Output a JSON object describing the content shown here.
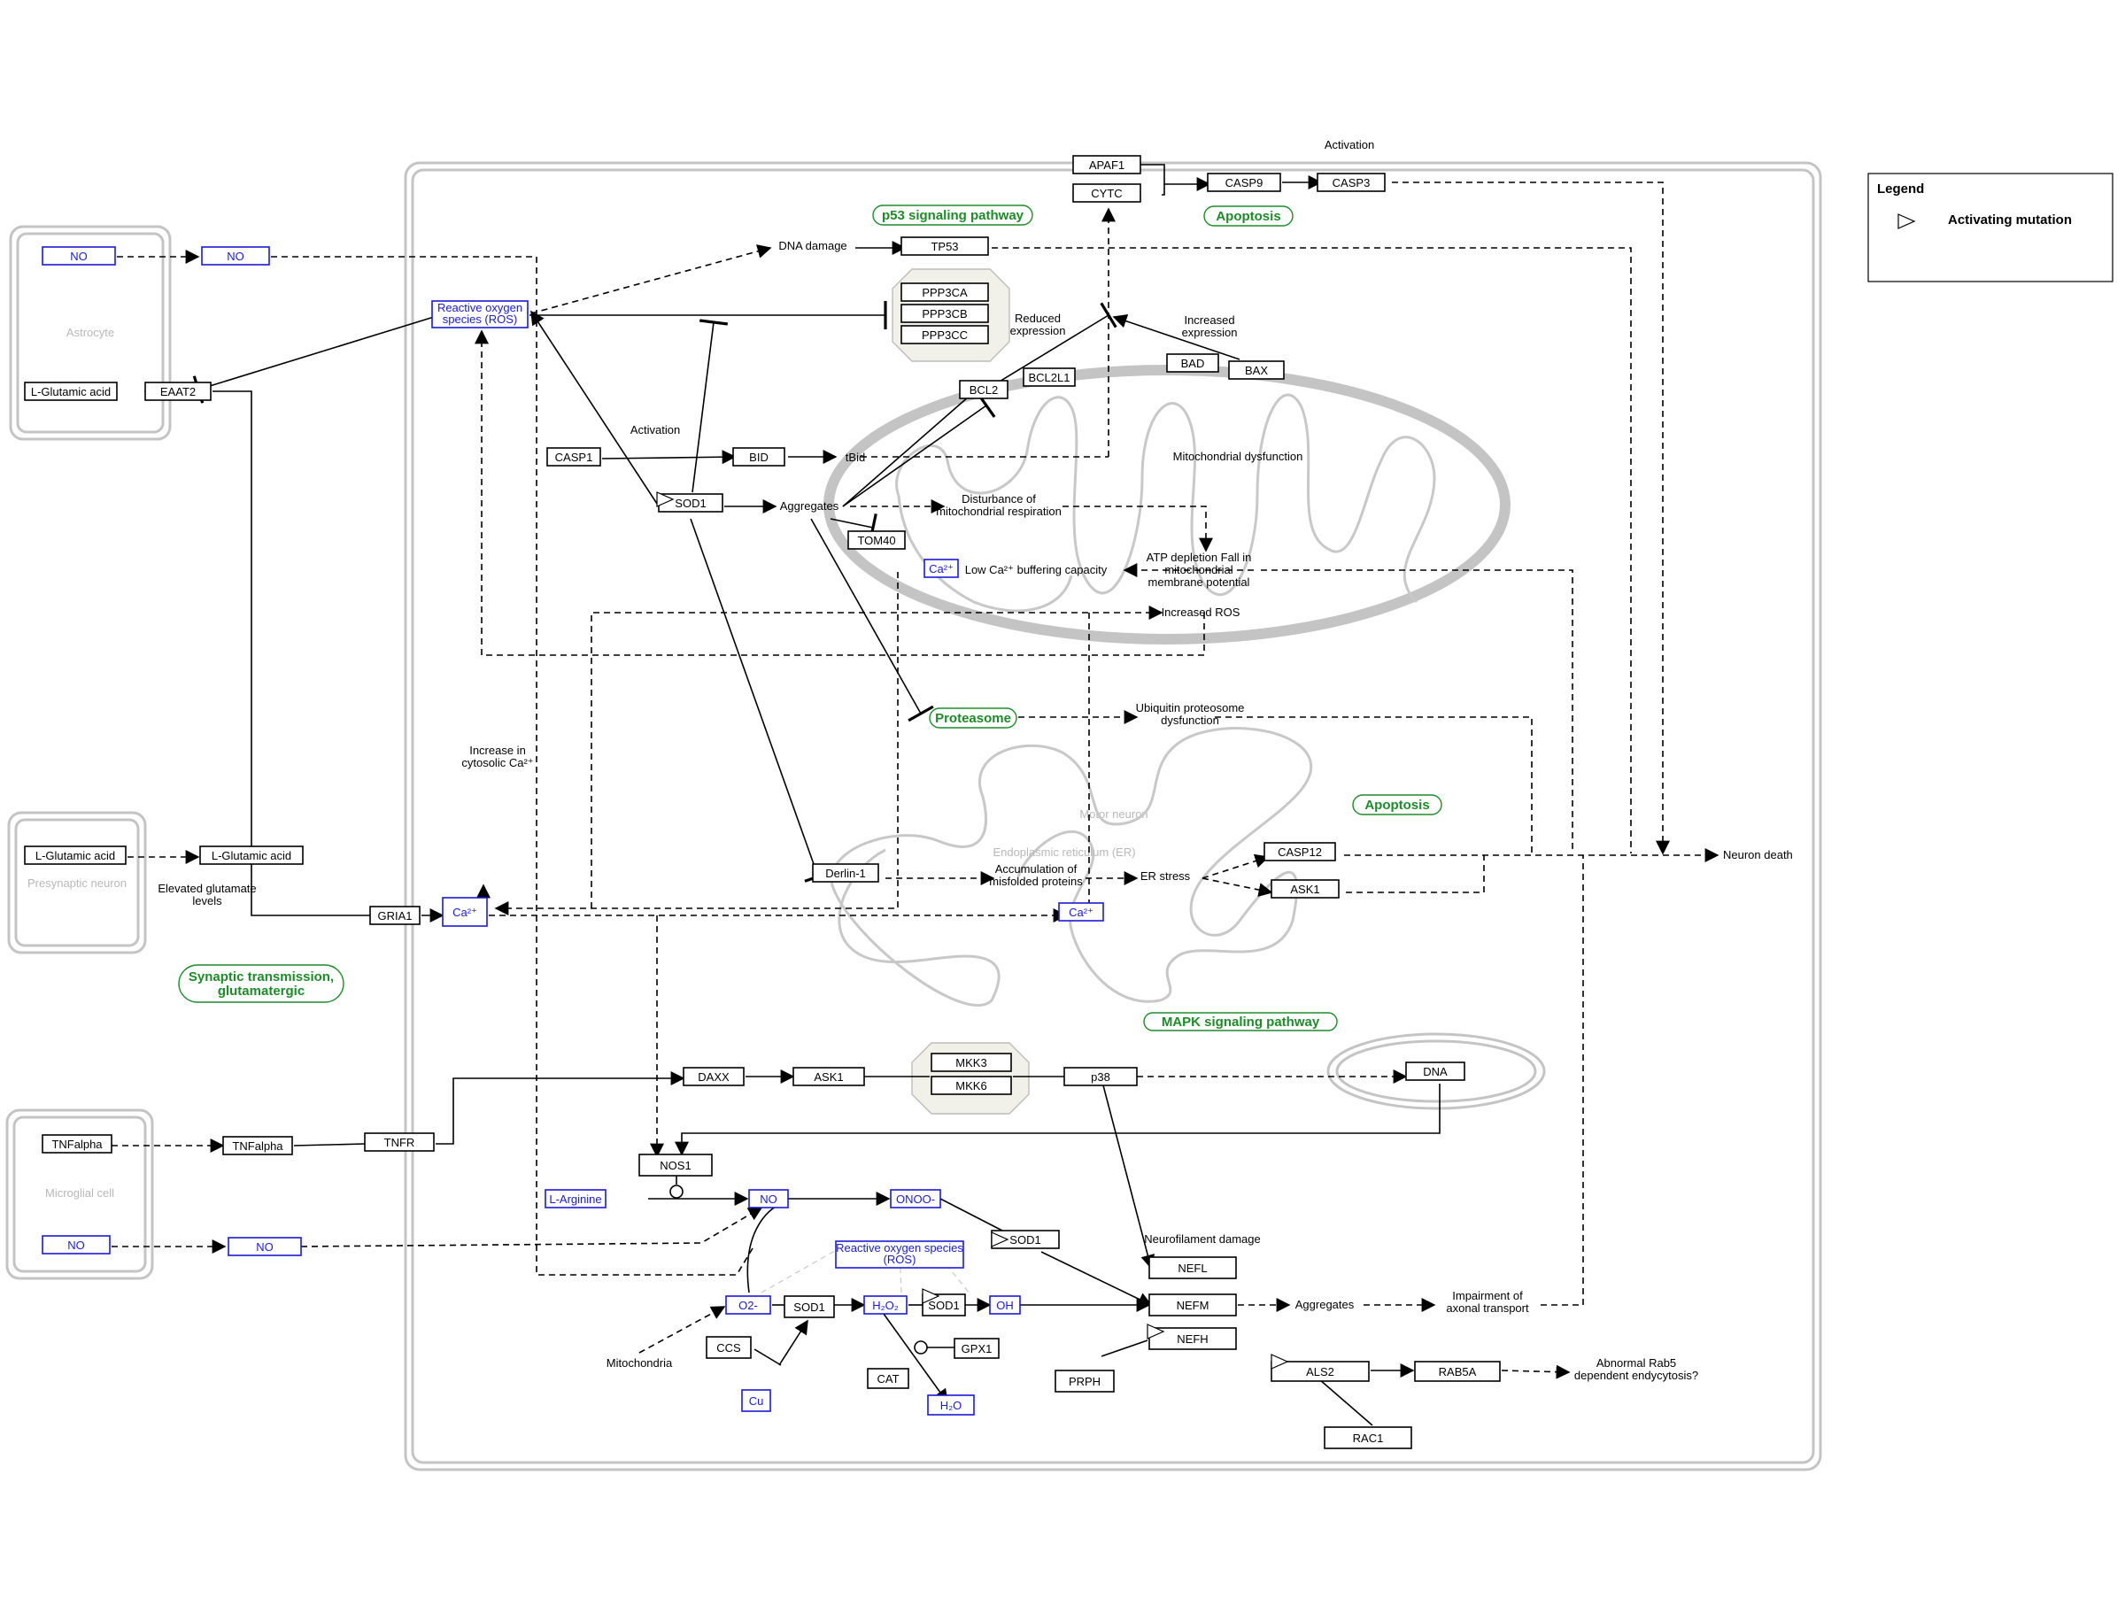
{
  "pathways": {
    "p53": "p53 signaling pathway",
    "apoptosis_top": "Apoptosis",
    "apoptosis_mid": "Apoptosis",
    "proteasome": "Proteasome",
    "mapk": "MAPK signaling pathway",
    "synaptic_line1": "Synaptic transmission,",
    "synaptic_line2": "glutamatergic"
  },
  "compartments": {
    "astrocyte": "Astrocyte",
    "presynaptic": "Presynaptic neuron",
    "microglial": "Microglial cell",
    "motor_neuron": "Motor neuron",
    "er": "Endoplasmic reticulum (ER)"
  },
  "nodes": {
    "apaf1": "APAF1",
    "cytc": "CYTC",
    "casp9": "CASP9",
    "casp3": "CASP3",
    "no_astro_1": "NO",
    "no_astro_2": "NO",
    "tp53": "TP53",
    "ros_top_line1": "Reactive oxygen",
    "ros_top_line2": "species (ROS)",
    "ppp3ca": "PPP3CA",
    "ppp3cb": "PPP3CB",
    "ppp3cc": "PPP3CC",
    "lglu_astro": "L-Glutamic acid",
    "eaat2": "EAAT2",
    "bcl2": "BCL2",
    "bcl2l1": "BCL2L1",
    "bad": "BAD",
    "bax": "BAX",
    "casp1": "CASP1",
    "bid": "BID",
    "sod1_a": "SOD1",
    "tom40": "TOM40",
    "ca_mito": "Ca²⁺",
    "lglu_pre": "L-Glutamic acid",
    "lglu_syn": "L-Glutamic acid",
    "gria1": "GRIA1",
    "ca_gria": "Ca²⁺",
    "derlin1": "Derlin-1",
    "casp12": "CASP12",
    "ask1_er": "ASK1",
    "ca_er": "Ca²⁺",
    "tnfa_micro": "TNFalpha",
    "tnfa_2": "TNFalpha",
    "tnfr": "TNFR",
    "daxx": "DAXX",
    "ask1": "ASK1",
    "mkk3": "MKK3",
    "mkk6": "MKK6",
    "p38": "p38",
    "dna": "DNA",
    "nos1": "NOS1",
    "larginine": "L-Arginine",
    "no_main": "NO",
    "onoo": "ONOO-",
    "no_micro_1": "NO",
    "no_micro_2": "NO",
    "sod1_b": "SOD1",
    "ros_bottom_line1": "Reactive oxygen species",
    "ros_bottom_line2": "(ROS)",
    "nefl": "NEFL",
    "nefm": "NEFM",
    "nefh": "NEFH",
    "o2": "O2-",
    "sod1_c": "SOD1",
    "h2o2": "H₂O₂",
    "sod1_d": "SOD1",
    "oh": "OH",
    "ccs": "CCS",
    "gpx1": "GPX1",
    "cat": "CAT",
    "cu": "Cu",
    "h2o": "H₂O",
    "prph": "PRPH",
    "als2": "ALS2",
    "rab5a": "RAB5A",
    "rac1": "RAC1"
  },
  "labels": {
    "activation_top": "Activation",
    "dna_damage": "DNA damage",
    "reduced_expr_1": "Reduced",
    "reduced_expr_2": "expression",
    "increased_expr_1": "Increased",
    "increased_expr_2": "expression",
    "activation_mid": "Activation",
    "tbid": "tBid",
    "mito_dysfunction": "Mitochondrial dysfunction",
    "aggregates_1": "Aggregates",
    "disturbance_1": "Disturbance of",
    "disturbance_2": "mitochondrial respiration",
    "low_ca": "Low Ca²⁺ buffering capacity",
    "atp_1": "ATP depletion Fall in",
    "atp_2": "mitochondrial",
    "atp_3": "membrane potential",
    "increased_ros": "Increased ROS",
    "ups_1": "Ubiquitin proteosome",
    "ups_2": "dysfunction",
    "cyto_ca_1": "Increase in",
    "cyto_ca_2": "cytosolic Ca²⁺",
    "elev_glu_1": "Elevated glutamate",
    "elev_glu_2": "levels",
    "accum_1": "Accumulation of",
    "accum_2": "misfolded proteins",
    "er_stress": "ER stress",
    "neuron_death": "Neuron death",
    "nf_damage": "Neurofilament damage",
    "aggregates_2": "Aggregates",
    "impair_1": "Impairment of",
    "impair_2": "axonal transport",
    "mitochondria": "Mitochondria",
    "rab5_1": "Abnormal Rab5",
    "rab5_2": "dependent endycytosis?"
  },
  "legend": {
    "title": "Legend",
    "item": "Activating mutation"
  },
  "colors": {
    "pathway_green": "#1e8a2a",
    "metabolite_blue": "#1a1ad6",
    "compartment_gray": "#c4c4c4"
  }
}
